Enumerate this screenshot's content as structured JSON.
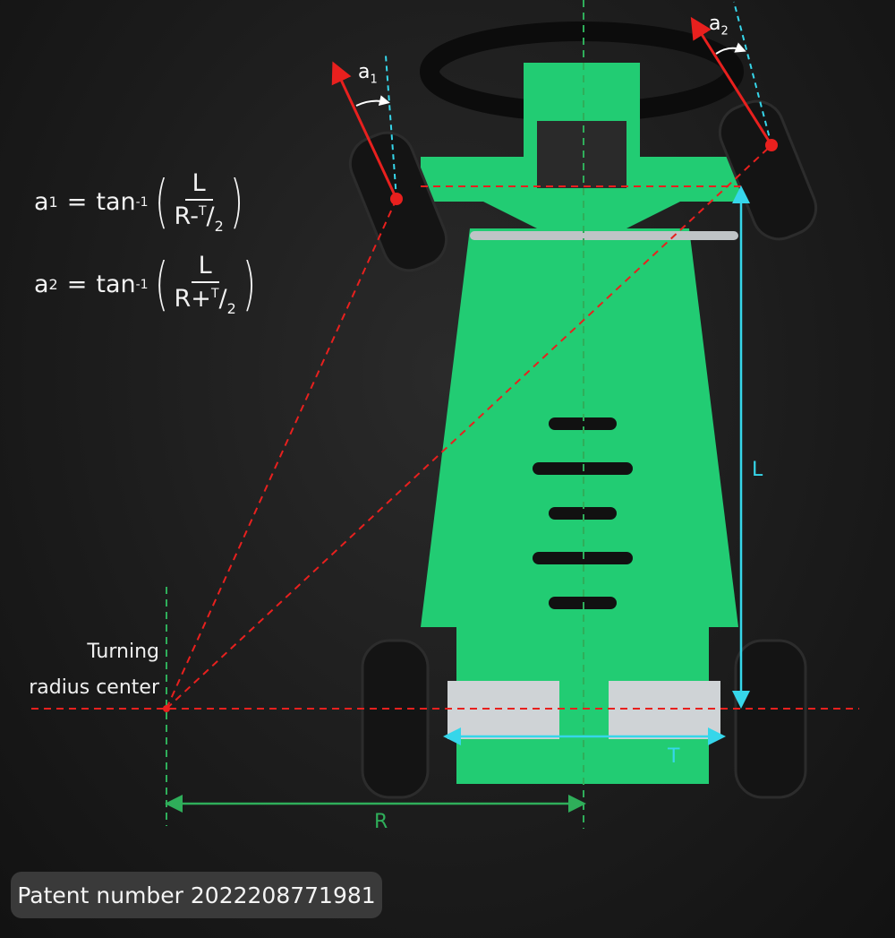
{
  "formulas": [
    {
      "lhs": "a",
      "lhs_sub": "1",
      "eq": "=",
      "fn": "tan",
      "fn_sup": "-1",
      "num": "L",
      "den_left": "R-",
      "den_t": "T",
      "den_slash": "/",
      "den_2": "2"
    },
    {
      "lhs": "a",
      "lhs_sub": "2",
      "eq": "=",
      "fn": "tan",
      "fn_sup": "-1",
      "num": "L",
      "den_left": "R+",
      "den_t": "T",
      "den_slash": "/",
      "den_2": "2"
    }
  ],
  "labels": {
    "a1": "a",
    "a1_sub": "1",
    "a2": "a",
    "a2_sub": "2",
    "L": "L",
    "T": "T",
    "R": "R",
    "turning_line1": "Turning",
    "turning_line2": "radius center"
  },
  "patent": "Patent number 2022208771981",
  "colors": {
    "chassis": "#22cc73",
    "red": "#e8201e",
    "cyan": "#36d6ea",
    "green_line": "#2fae5a",
    "panel": "#3a3a3a"
  }
}
